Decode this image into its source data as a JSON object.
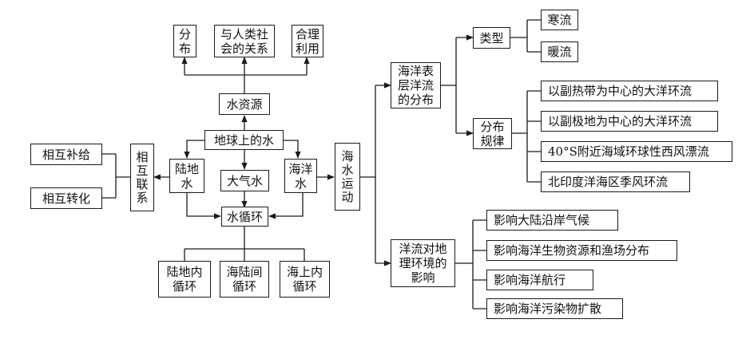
{
  "nodes": {
    "fenbu": "分\n布",
    "guanxi": "与人类社\n会的关系",
    "heli": "合理\n利用",
    "shuiziyuan": "水资源",
    "diqiu": "地球上的水",
    "ludishui": "陆地\n水",
    "daqishui": "大气水",
    "haiyangshui": "海洋\n水",
    "shuixunhuan": "水循环",
    "ludinei": "陆地内\n循环",
    "hailujian": "海陆间\n循环",
    "haishangnei": "海上内\n循环",
    "xianghubuji": "相互补给",
    "xianghuzhuanhua": "相互转化",
    "xianghulianxi": "相\n互\n联\n系",
    "haishuiyundong": "海\n水\n运\n动",
    "biaoceng": "海洋表\n层洋流\n的分布",
    "leixing": "类型",
    "hanliu": "寒流",
    "nuanliu": "暖流",
    "fenbuguilv": "分布\n规律",
    "gl1": "以副热带为中心的大洋环流",
    "gl2": "以副极地为中心的大洋环流",
    "gl3": "40°S附近海域环球性西风漂流",
    "gl4": "北印度洋海区季风环流",
    "yingxiang": "洋流对地\n理环境的\n影响",
    "yx1": "影响大陆沿岸气候",
    "yx2": "影响海洋生物资源和渔场分布",
    "yx3": "影响海洋航行",
    "yx4": "影响海洋污染物扩散"
  }
}
